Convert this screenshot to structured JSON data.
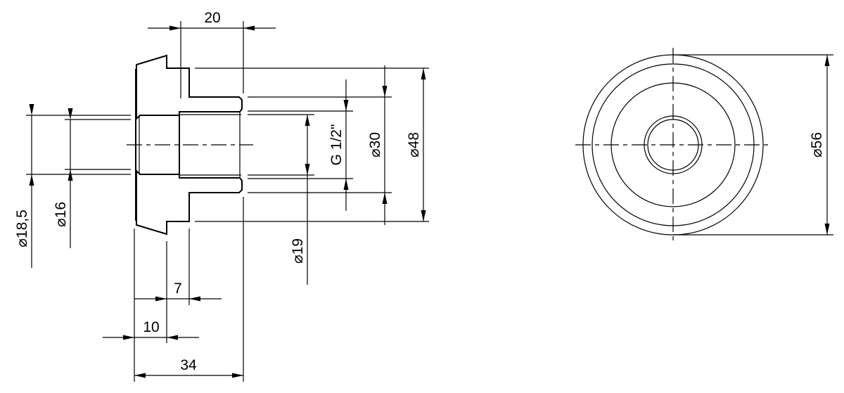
{
  "drawing": {
    "line_color": "#000000",
    "section_view": {
      "dimensions": {
        "length_20": "20",
        "dia_18_5": "⌀18,5",
        "dia_16": "⌀16",
        "dia_19": "⌀19",
        "thread": "G 1/2\"",
        "dia_30": "⌀30",
        "dia_48": "⌀48",
        "length_7": "7",
        "length_10": "10",
        "length_34": "34"
      }
    },
    "end_view": {
      "dimensions": {
        "dia_56": "⌀56"
      }
    }
  }
}
